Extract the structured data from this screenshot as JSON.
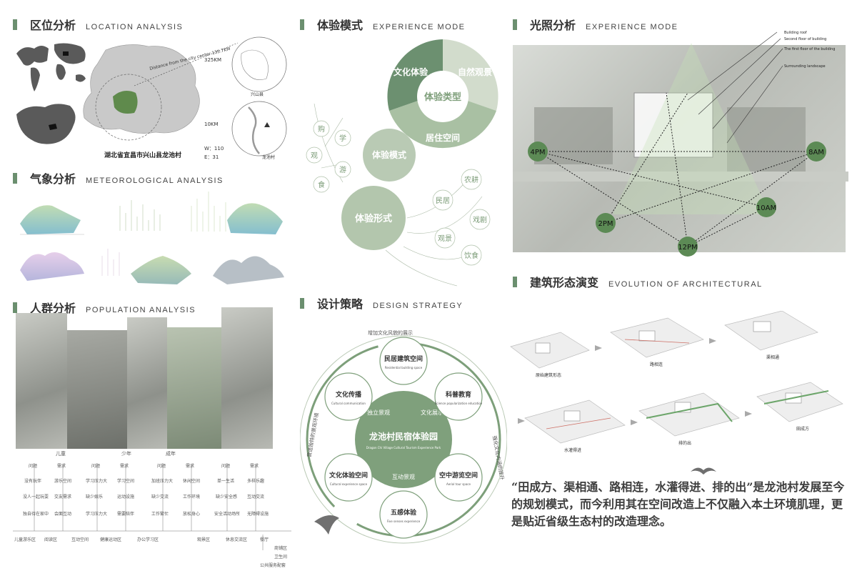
{
  "sections": {
    "location": {
      "cn": "区位分析",
      "en": "LOCATION ANALYSIS"
    },
    "meteo": {
      "cn": "气象分析",
      "en": "METEOROLOGICAL ANALYSIS"
    },
    "population": {
      "cn": "人群分析",
      "en": "POPULATION ANALYSIS"
    },
    "experience": {
      "cn": "体验模式",
      "en": "EXPERIENCE MODE"
    },
    "strategy": {
      "cn": "设计策略",
      "en": "DESIGN STRATEGY"
    },
    "light": {
      "cn": "光照分析",
      "en": "EXPERIENCE MODE"
    },
    "evolution": {
      "cn": "建筑形态演变",
      "en": "EVOLUTION OF ARCHITECTURAL"
    }
  },
  "location": {
    "dist_label": "Distance from the city center 135.7KM",
    "km1": "325KM",
    "km2": "10KM",
    "w": "W：110",
    "e": "E：31",
    "caption": "湖北省宜昌市兴山县龙池村",
    "label_xingshan": "兴山县",
    "label_longchi": "龙池村"
  },
  "experience": {
    "ring": [
      "文化体验",
      "自然观景",
      "居住空间"
    ],
    "center": "体验类型",
    "mode": "体验模式",
    "form": "体验形式",
    "left_items": [
      "购",
      "学",
      "观",
      "游",
      "食"
    ],
    "right_items": [
      "农耕",
      "民居",
      "戏剧",
      "观景",
      "饮食"
    ]
  },
  "strategy": {
    "center": "龙池村民宿体验园",
    "center_en": "Dragon Chi Village Cultural Tourism Experience Park",
    "nodes": [
      {
        "label": "民居建筑空间",
        "en": "Residential building space"
      },
      {
        "label": "科普教育",
        "en": "Science popularization education"
      },
      {
        "label": "空中游览空间",
        "en": "Aerial tour space"
      },
      {
        "label": "五感体验",
        "en": "Five senses experience"
      },
      {
        "label": "文化体验空间",
        "en": "Cultural experience space"
      },
      {
        "label": "文化传播",
        "en": "Cultural communication"
      }
    ],
    "inner": [
      "独立景观",
      "文化展示",
      "互动景观"
    ],
    "arc_top": "增加文化风貌的展示",
    "arc_right": "强化文化内涵的提升",
    "arc_left": "营造独特的景观环境"
  },
  "light": {
    "legend": [
      "Building roof",
      "Second floor of building",
      "The first floor of the building",
      "Surrounding landscape"
    ],
    "times": [
      "4PM",
      "8AM",
      "2PM",
      "10AM",
      "12PM"
    ]
  },
  "evolution": {
    "labels": [
      "原始建筑形态",
      "路相连",
      "渠相通",
      "水灌得进",
      "排的出",
      "田成方"
    ]
  },
  "quote": "“田成方、渠相通、路相连，水灌得进、排的出”是龙池村发展至今的规划模式，而今利用其在空间改造上不仅融入本土环境肌理，更是贴近省级生态村的改造理念。",
  "population": {
    "groups": [
      "儿童",
      "少年",
      "成年"
    ],
    "col_heads": [
      "问题",
      "需求",
      "问题",
      "需求",
      "问题",
      "需求",
      "问题",
      "需求"
    ],
    "rows": [
      [
        "没有玩伴",
        "游乐空间",
        "学习压力大",
        "学习空间",
        "加班压力大",
        "休闲空间",
        "单一生活",
        "多样乐趣"
      ],
      [
        "没人一起玩耍",
        "交友需求",
        "缺少娱乐",
        "运动设施",
        "缺少交流",
        "工作环境",
        "缺少安全感",
        "互动交流"
      ],
      [
        "独自待在家中",
        "会面互动",
        "学习压力大",
        "需要陪伴",
        "工作繁忙",
        "放松身心",
        "安全活动场所",
        "无障碍设施"
      ]
    ],
    "bottom": [
      "儿童游乐区",
      "阅读区",
      "互动空间",
      "健康运动区",
      "办公学习区",
      "观景区",
      "休息交流区",
      "餐厅",
      "商铺区",
      "卫生间"
    ],
    "footer": "公共服务配套"
  }
}
